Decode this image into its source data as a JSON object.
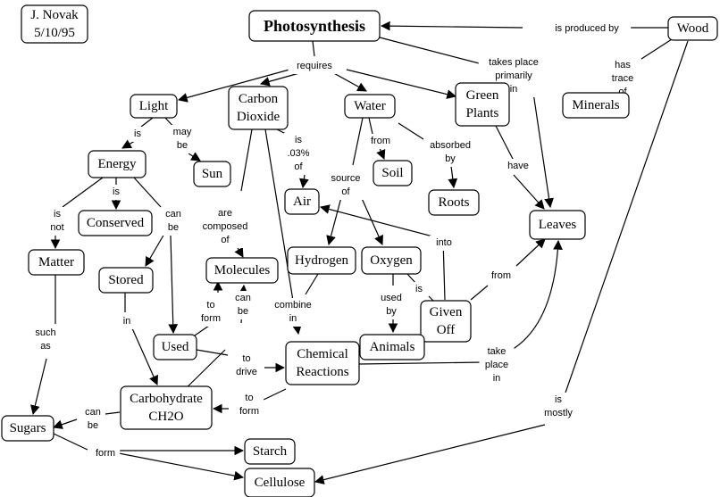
{
  "nodes": {
    "photosynthesis": "Photosynthesis",
    "wood": "Wood",
    "author": [
      "J. Novak",
      "5/10/95"
    ],
    "light": "Light",
    "carbon_dioxide": [
      "Carbon",
      "Dioxide"
    ],
    "water": "Water",
    "green_plants": [
      "Green",
      "Plants"
    ],
    "minerals": "Minerals",
    "energy": "Energy",
    "sun": "Sun",
    "soil": "Soil",
    "air": "Air",
    "roots": "Roots",
    "conserved": "Conserved",
    "leaves": "Leaves",
    "matter": "Matter",
    "stored": "Stored",
    "molecules": "Molecules",
    "hydrogen": "Hydrogen",
    "oxygen": "Oxygen",
    "given_off": [
      "Given",
      "Off"
    ],
    "used": "Used",
    "chemical_reactions": [
      "Chemical",
      "Reactions"
    ],
    "animals": "Animals",
    "carbohydrate": [
      "Carbohydrate",
      "CH2O"
    ],
    "sugars": "Sugars",
    "starch": "Starch",
    "cellulose": "Cellulose"
  },
  "links": {
    "is_produced_by": [
      "is produced by"
    ],
    "requires": [
      "requires"
    ],
    "takes_place_primarily_in": [
      "takes place",
      "primarily",
      "in"
    ],
    "has_trace_of": [
      "has",
      "trace",
      "of"
    ],
    "is_light": [
      "is"
    ],
    "may_be": [
      "may",
      "be"
    ],
    "is_03_of": [
      "is",
      ".03%",
      "of"
    ],
    "from_soil": [
      "from"
    ],
    "absorbed_by": [
      "absorbed",
      "by"
    ],
    "have": [
      "have"
    ],
    "is_energy": [
      "is"
    ],
    "is_not": [
      "is",
      "not"
    ],
    "can_be_energy": [
      "can",
      "be"
    ],
    "source_of": [
      "source",
      "of"
    ],
    "are_composed_of": [
      "are",
      "composed",
      "of"
    ],
    "into": [
      "into"
    ],
    "from_given_off": [
      "from"
    ],
    "is_oxygen": [
      "is"
    ],
    "used_by": [
      "used",
      "by"
    ],
    "in_stored": [
      "in"
    ],
    "to_form_used": [
      "to",
      "form"
    ],
    "can_be_carb": [
      "can",
      "be"
    ],
    "combine_in": [
      "combine",
      "in"
    ],
    "to_drive": [
      "to",
      "drive"
    ],
    "take_place_in": [
      "take",
      "place",
      "in"
    ],
    "such_as": [
      "such",
      "as"
    ],
    "can_be_sugars": [
      "can",
      "be"
    ],
    "to_form_reactions": [
      "to",
      "form"
    ],
    "is_mostly": [
      "is",
      "mostly"
    ],
    "form": [
      "form"
    ]
  }
}
